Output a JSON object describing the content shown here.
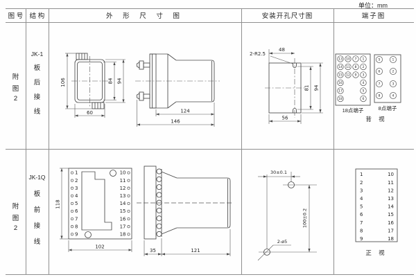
{
  "unit_label": "单位：mm",
  "header": {
    "fig_no": "图 号",
    "structure": "结 构",
    "outline": "外 形 尺 寸 图",
    "mounting": "安装开孔尺寸图",
    "terminal": "端子图"
  },
  "row1": {
    "fig_no_chars": [
      "附",
      "图",
      "2"
    ],
    "model": "JK-1",
    "wiring_chars": [
      "板",
      "后",
      "接",
      "线"
    ],
    "front_dims": {
      "overall_height": "106",
      "inner_height": "84",
      "outer_height": "94",
      "width": "60"
    },
    "side_dims": {
      "body_depth": "124",
      "total_depth": "146"
    },
    "mount_dims": {
      "notch_radius": "2-R2.5",
      "notch_offset": "48",
      "hole_span": "81",
      "cutout_height": "94",
      "cutout_width": "56"
    },
    "terminals_18": {
      "label": "18点端子",
      "grid": [
        [
          "13",
          "10",
          "7",
          "1"
        ],
        [
          "14",
          "11",
          "8",
          "2"
        ],
        [
          "15",
          "12",
          "9",
          "3"
        ],
        [
          "16",
          "",
          "",
          "4"
        ],
        [
          "17",
          "",
          "",
          "5"
        ],
        [
          "18",
          "",
          "",
          "6"
        ]
      ]
    },
    "terminals_8": {
      "label": "8点端子",
      "grid": [
        [
          "5",
          "1"
        ],
        [
          "6",
          "2"
        ],
        [
          "7",
          "3"
        ],
        [
          "8",
          "4"
        ]
      ]
    },
    "view_label": "背 视"
  },
  "row2": {
    "fig_no_chars": [
      "附",
      "图",
      "2"
    ],
    "model": "JK-1Q",
    "wiring_chars": [
      "板",
      "前",
      "接",
      "线"
    ],
    "front_dims": {
      "height": "118",
      "width": "102"
    },
    "front_left_terminals": [
      "1",
      "2",
      "3",
      "4",
      "5",
      "6",
      "7",
      "8",
      "9"
    ],
    "front_right_terminals": [
      "10",
      "11",
      "12",
      "13",
      "14",
      "15",
      "16",
      "17",
      "18"
    ],
    "side_dims": {
      "flange_depth": "35",
      "body_depth": "121"
    },
    "mount_dims": {
      "h_spacing": "30±0.1",
      "v_spacing": "100±0.2",
      "holes": "2-ø5"
    },
    "terminal_table": {
      "left": [
        "1",
        "2",
        "3",
        "4",
        "5",
        "6",
        "7",
        "8",
        "9"
      ],
      "right": [
        "10",
        "11",
        "12",
        "13",
        "14",
        "15",
        "16",
        "17",
        "18"
      ],
      "view_label": "正 视"
    }
  }
}
